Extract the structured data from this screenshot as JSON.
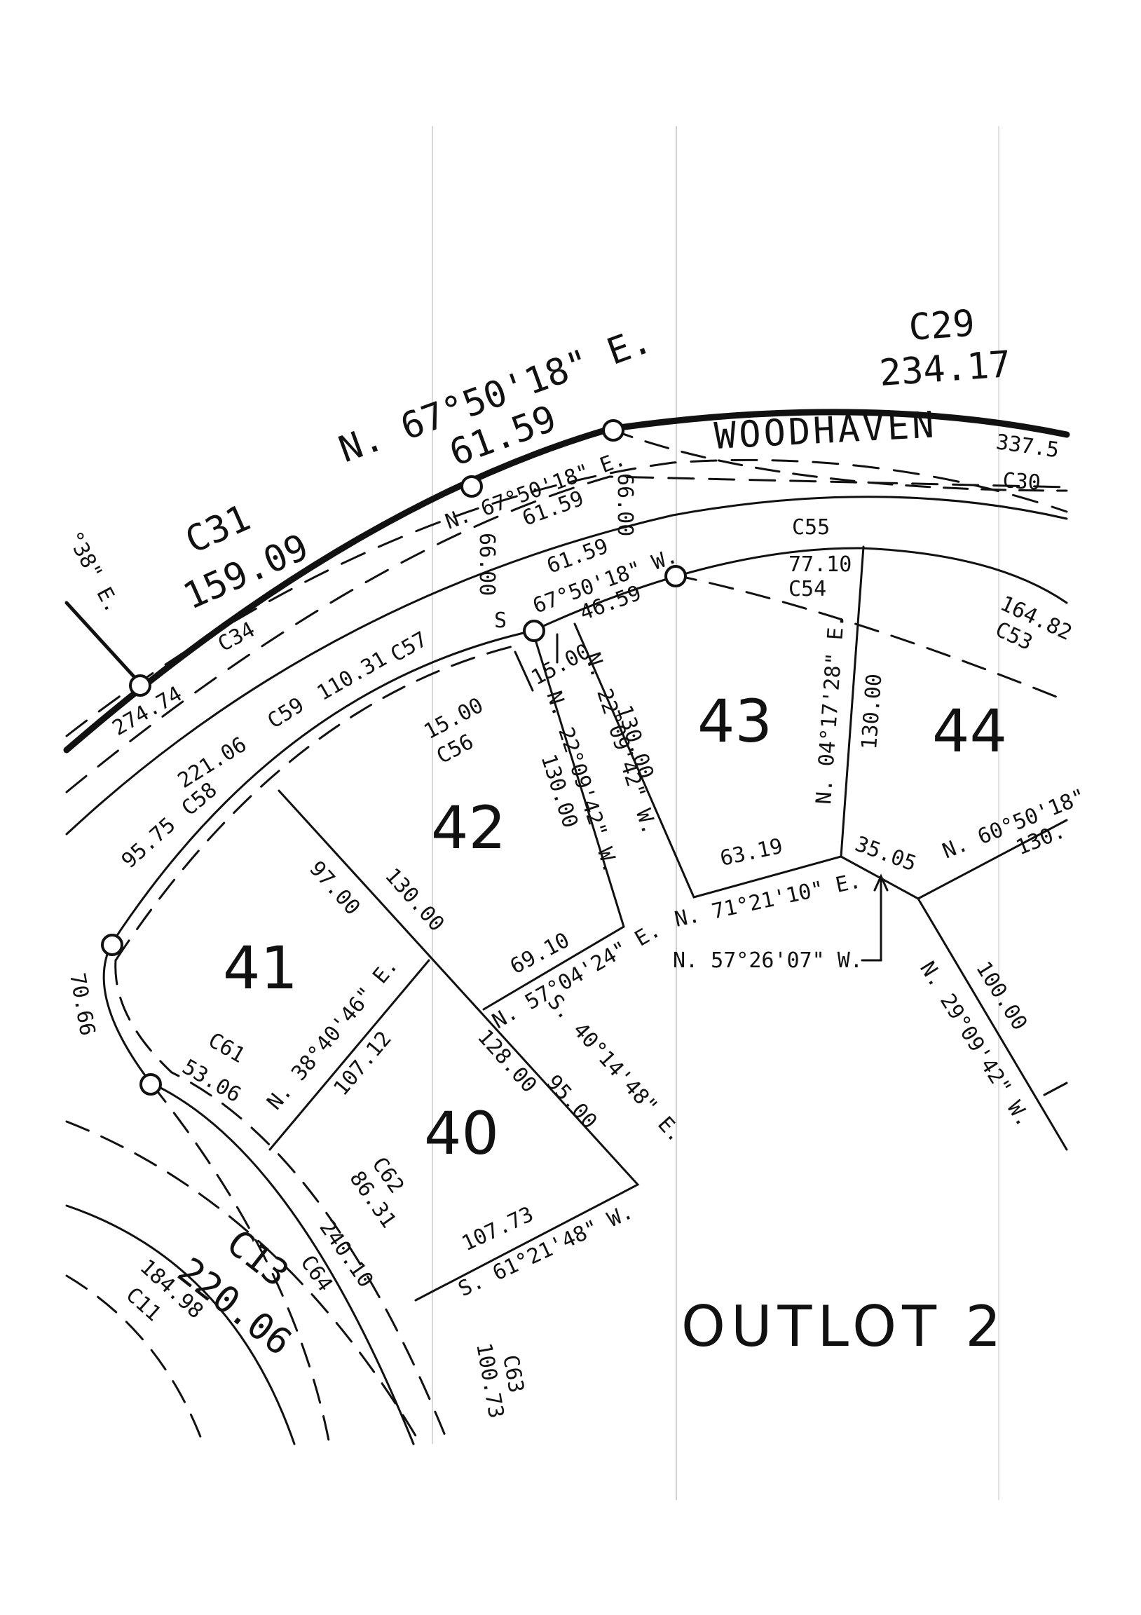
{
  "plat": {
    "street_name": "WOODHAVEN",
    "outlot": "OUTLOT 2",
    "lots": [
      "40",
      "41",
      "42",
      "43",
      "44"
    ],
    "curves": {
      "c29": "C29",
      "c29_len": "234.17",
      "c31": "C31",
      "c31_len": "159.09",
      "c30": "C30",
      "c30_len": "337.5",
      "c34": "C34",
      "c34_len": "274.74",
      "c55": "C55",
      "c54": "C54",
      "c54_len": "77.10",
      "c53": "C53",
      "c53_len": "164.82",
      "c59": "C59",
      "c59_len": "221.06",
      "c57": "C57",
      "c57_len": "110.31",
      "c58": "C58",
      "c58_len": "95.75",
      "c56": "C56",
      "c56_len": "15.00",
      "c61": "C61",
      "c61_len": "53.06",
      "c62": "C62",
      "c62_len": "86.31",
      "c64": "C64",
      "c64_len": "240.10",
      "c13": "C13",
      "c13_len": "220.06",
      "c11": "C11",
      "c11_len": "184.98",
      "c63": "C63",
      "c63_len": "100.73"
    },
    "bearings": {
      "b_top": "N. 67°50'18\" E.",
      "b_top_len": "61.59",
      "b_mid": "N. 67°50'18\" E.",
      "b_mid_len": "61.59",
      "b_row": "67°50'18\" W.",
      "b_row_len": "61.59",
      "b_row_s": "S",
      "b_left": "°38\" E.",
      "b_4243": "N. 22°09'42\" W.",
      "b_4243_len": "130.00",
      "b_4243b": "N. 22°09'42\" W.",
      "b_4243b_len": "130.00",
      "b_43_front": "46.59",
      "b_4344": "N. 04°17'28\" E.",
      "b_4344_len": "130.00",
      "b_43_rear": "N. 71°21'10\" E.",
      "b_43_rear_len": "63.19",
      "b_44_rear": "N. 57°26'07\" W.",
      "b_44_rear_len": "35.05",
      "b_44_side": "N. 60°50'18\"",
      "b_44_side_len": "130.",
      "b_44_east": "N. 29°09'42\" W.",
      "b_44_east_len": "100.00",
      "b_4142": "130.00",
      "b_41_side": "97.00",
      "b_42_rear": "N. 57°04'24\" E.",
      "b_42_rear_len": "69.10",
      "b_4041": "N. 38°40'46\" E.",
      "b_4041_len": "107.12",
      "b_40_east": "S. 40°14'48\" E.",
      "b_40_east_len": "95.00",
      "b_40_east_len2": "128.00",
      "b_40_rear": "S. 61°21'48\" W.",
      "b_40_rear_len": "107.73",
      "b_15": "15.00",
      "b_66a": "66.00",
      "b_66b": "66.00",
      "b_left_arc": "70.66"
    }
  }
}
